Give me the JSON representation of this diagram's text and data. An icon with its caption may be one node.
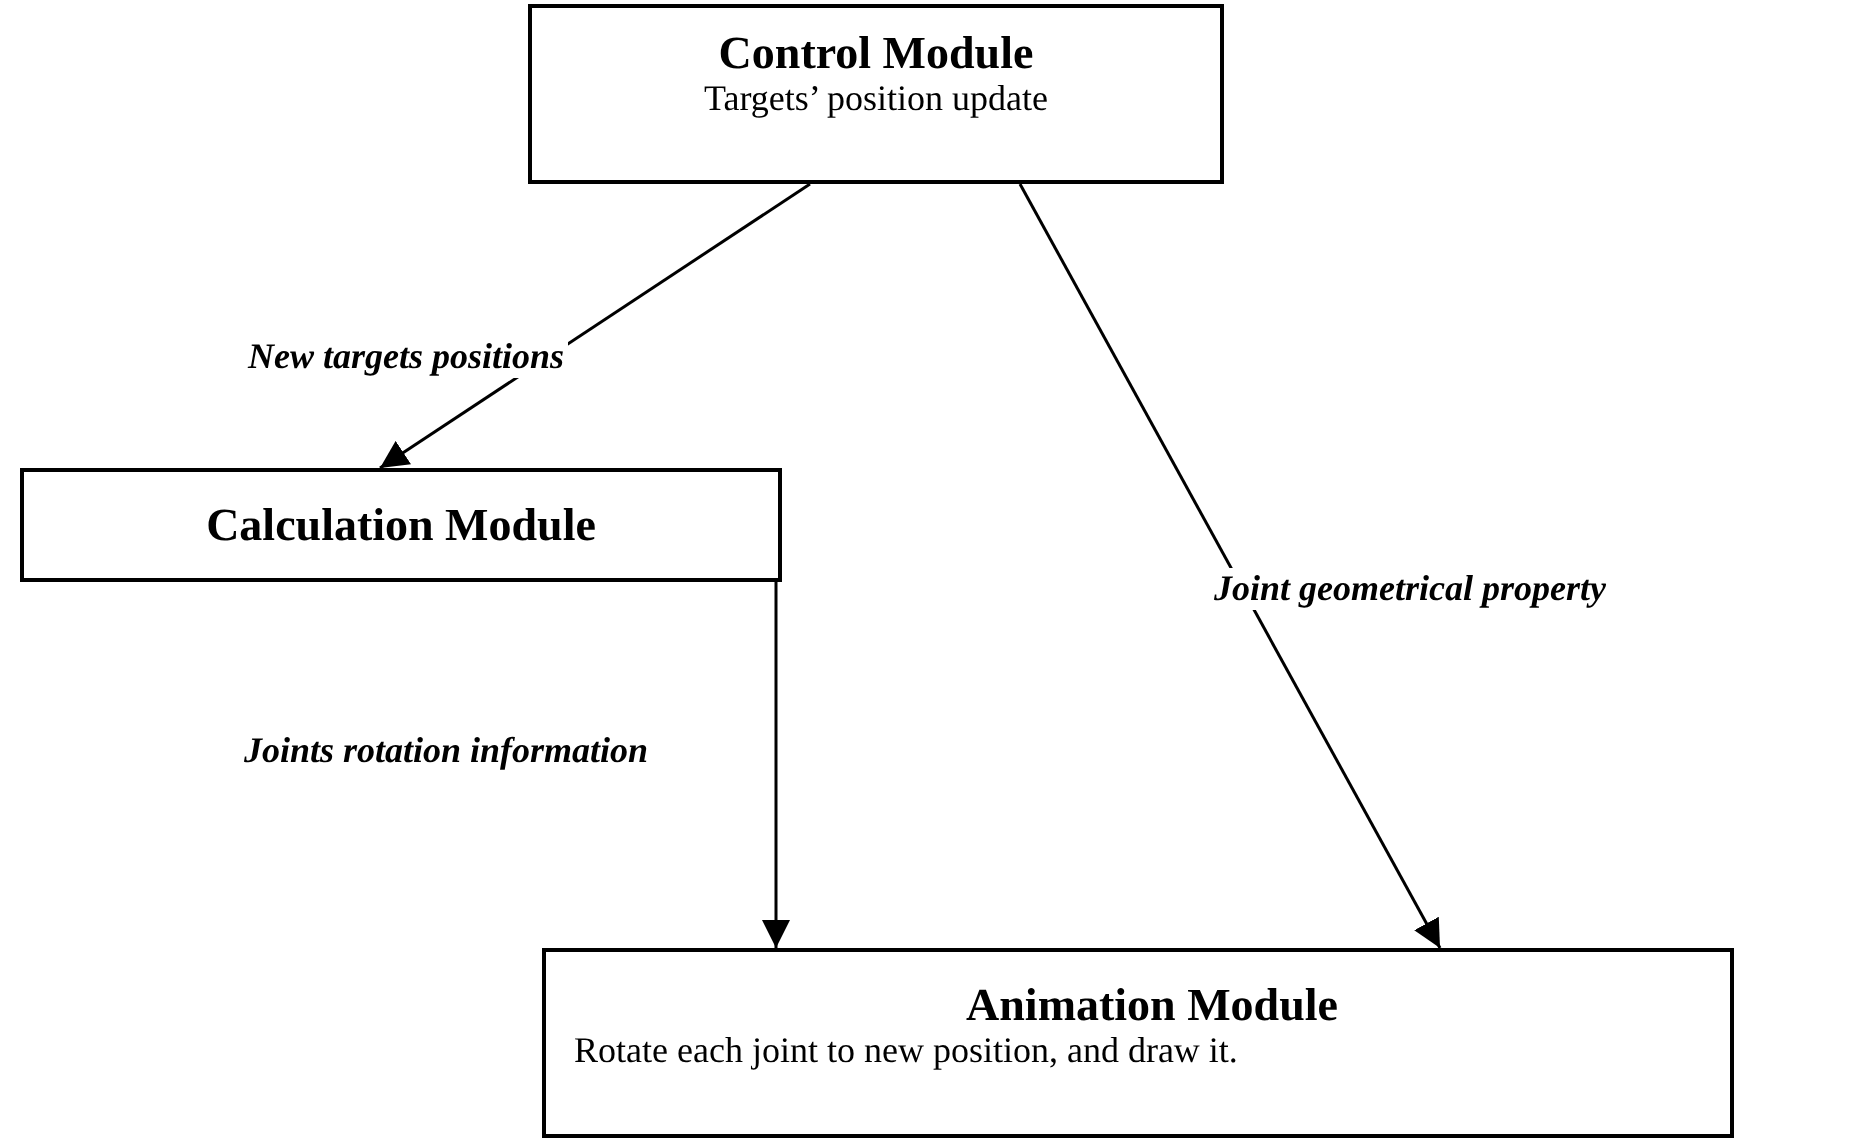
{
  "diagram": {
    "nodes": [
      {
        "text": [
          "Control Module",
          "Targets’ position update"
        ]
      },
      {
        "text": [
          "Calculation Module"
        ]
      },
      {
        "text": [
          "Animation Module",
          "Rotate each joint to new position, and draw it."
        ]
      }
    ],
    "edges": [
      {
        "from": 0,
        "to": 1,
        "arrow": "to",
        "label": "New targets positions"
      },
      {
        "from": 0,
        "to": 2,
        "arrow": "to",
        "label": "Joint geometrical property"
      },
      {
        "from": 1,
        "to": 2,
        "arrow": "to",
        "label": "Joints rotation information"
      }
    ]
  }
}
